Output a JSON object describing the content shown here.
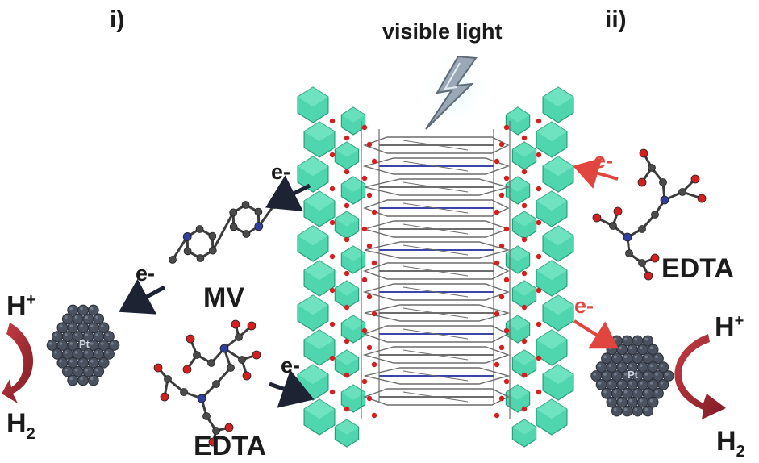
{
  "labels": {
    "panel_left": "i)",
    "panel_right": "ii)",
    "light": "visible light",
    "mv": "MV",
    "edta_left": "EDTA",
    "edta_right": "EDTA",
    "electron": "e-",
    "proton": "H",
    "proton_sup": "+",
    "hydrogen": "H",
    "hydrogen_sub": "2",
    "pt": "Pt"
  },
  "colors": {
    "octahedra": "#4fd6ae",
    "octahedra_edge": "#2a9e7d",
    "linker": "#6c6c6c",
    "linker_blue": "#3b45a8",
    "oxygen": "#d21f1f",
    "pt_atom": "#4a5260",
    "arrow_dark": "#1d2333",
    "arrow_red": "#e0463f",
    "curve_arrow": "#9b2630",
    "bolt": "#8a9aa8"
  }
}
